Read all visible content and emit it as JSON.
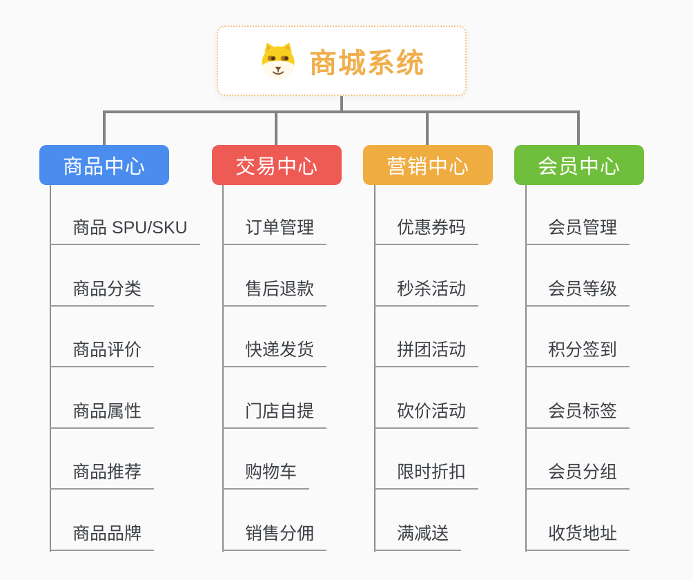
{
  "root": {
    "title": "商城系统",
    "icon": "shiba-dog-icon",
    "accent_color": "#f0ae4c",
    "border_color": "#f3c27a"
  },
  "connector_color": "#828282",
  "background_color": "#fafafa",
  "branches": [
    {
      "label": "商品中心",
      "color": "#4a8dee",
      "children": [
        "商品 SPU/SKU",
        "商品分类",
        "商品评价",
        "商品属性",
        "商品推荐",
        "商品品牌"
      ]
    },
    {
      "label": "交易中心",
      "color": "#ee5b55",
      "children": [
        "订单管理",
        "售后退款",
        "快递发货",
        "门店自提",
        "购物车",
        "销售分佣"
      ]
    },
    {
      "label": "营销中心",
      "color": "#efac41",
      "children": [
        "优惠券码",
        "秒杀活动",
        "拼团活动",
        "砍价活动",
        "限时折扣",
        "满减送"
      ]
    },
    {
      "label": "会员中心",
      "color": "#6fbe3c",
      "children": [
        "会员管理",
        "会员等级",
        "积分签到",
        "会员标签",
        "会员分组",
        "收货地址"
      ]
    }
  ]
}
